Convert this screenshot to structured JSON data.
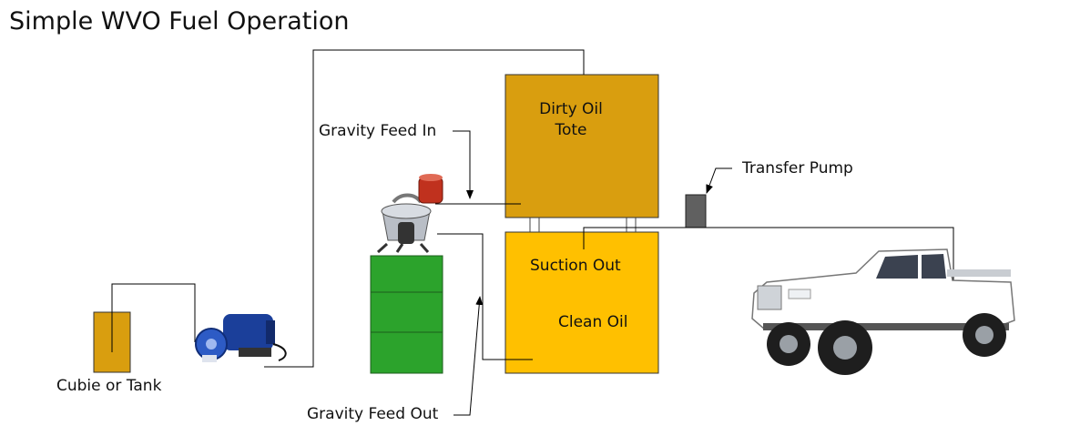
{
  "title": "Simple WVO Fuel Operation",
  "labels": {
    "gravity_feed_in": "Gravity Feed In",
    "gravity_feed_out": "Gravity Feed Out",
    "transfer_pump": "Transfer Pump",
    "cubie_or_tank": "Cubie or Tank",
    "suction_out": "Suction Out"
  },
  "tanks": {
    "dirty_line1": "Dirty Oil",
    "dirty_line2": "Tote",
    "clean": "Clean Oil"
  },
  "colors": {
    "dirty_tote": "#D99E0F",
    "clean_tank": "#FFC000",
    "cubie": "#D99E0F",
    "barrel": "#2CA32C",
    "transfer_pump": "#606060",
    "truck": "#FFFFFF"
  }
}
